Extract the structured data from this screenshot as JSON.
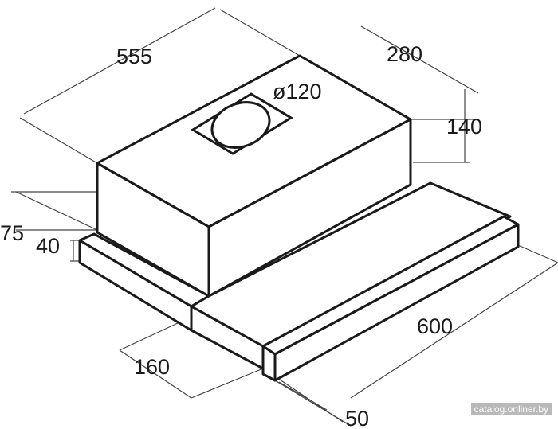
{
  "dimensions": {
    "width_top": "555",
    "depth_top": "280",
    "duct_diameter": "ø120",
    "body_height": "140",
    "rear_offset": "75",
    "front_height": "40",
    "total_width": "600",
    "slide_depth": "160",
    "visor_depth": "50"
  },
  "watermark": "catalog.onliner.by",
  "colors": {
    "line": "#1a1a1a",
    "dim_line": "#444444",
    "watermark_bg": "#b9b9b9"
  }
}
